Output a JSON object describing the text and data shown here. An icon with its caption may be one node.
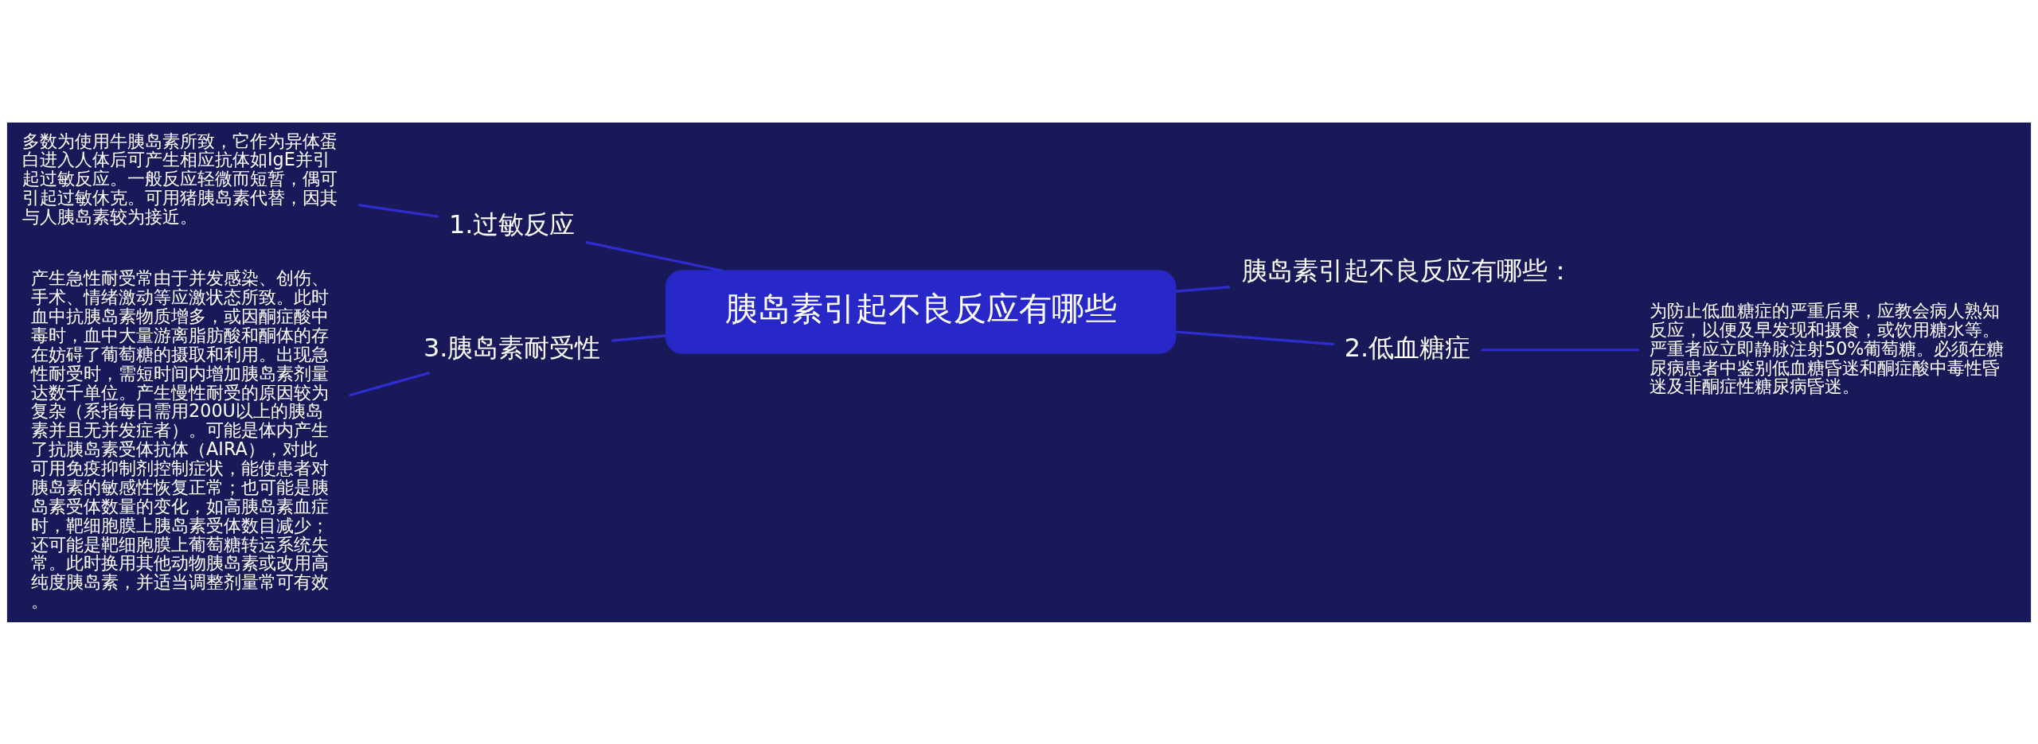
{
  "diagram": {
    "nodes": [
      {
        "text": [
          "胰岛素引起不良反应有哪些"
        ]
      },
      {
        "text": [
          "1.过敏反应"
        ]
      },
      {
        "text": [
          "多数为使用牛胰岛素所致，它作为异体蛋白进入人体后可产生相应抗体如IgE并引起过敏反应。一般反应轻微而短暂，偶可引起过敏休克。可用猪胰岛素代替，因其与人胰岛素较为接近。"
        ]
      },
      {
        "text": [
          "胰岛素引起不良反应有哪些："
        ]
      },
      {
        "text": [
          "2.低血糖症"
        ]
      },
      {
        "text": [
          "为防止低血糖症的严重后果，应教会病人熟知反应，以便及早发现和摄食，或饮用糖水等。严重者应立即静脉注射50%葡萄糖。必须在糖尿病患者中鉴别低血糖昏迷和酮症酸中毒性昏迷及非酮症性糖尿病昏迷。"
        ]
      },
      {
        "text": [
          "3.胰岛素耐受性"
        ]
      },
      {
        "text": [
          "产生急性耐受常由于并发感染、创伤、手术、情绪激动等应激状态所致。此时血中抗胰岛素物质增多，或因酮症酸中毒时，血中大量游离脂肪酸和酮体的存在妨碍了葡萄糖的摄取和利用。出现急性耐受时，需短时间内增加胰岛素剂量达数千单位。产生慢性耐受的原因较为复杂（系指每日需用200U以上的胰岛素并且无并发症者）。可能是体内产生了抗胰岛素受体抗体（AIRA），对此可用免疫抑制剂控制症状，能使患者对胰岛素的敏感性恢复正常；也可能是胰岛素受体数量的变化，如高胰岛素血症时，靶细胞膜上胰岛素受体数目减少；还可能是靶细胞膜上葡萄糖转运系统失常。此时换用其他动物胰岛素或改用高纯度胰岛素，并适当调整剂量常可有效。"
        ]
      }
    ],
    "edges": [
      {
        "from": 0,
        "to": 1,
        "arrow": "none"
      },
      {
        "from": 1,
        "to": 2,
        "arrow": "none"
      },
      {
        "from": 0,
        "to": 3,
        "arrow": "none"
      },
      {
        "from": 0,
        "to": 4,
        "arrow": "none"
      },
      {
        "from": 4,
        "to": 5,
        "arrow": "none"
      },
      {
        "from": 0,
        "to": 6,
        "arrow": "none"
      },
      {
        "from": 6,
        "to": 7,
        "arrow": "none"
      }
    ]
  }
}
